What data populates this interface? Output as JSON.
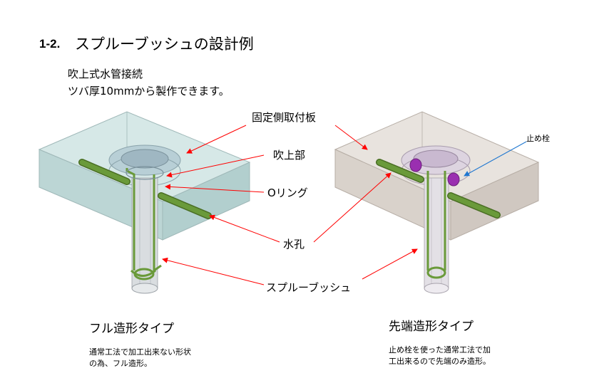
{
  "heading": {
    "number": "1-2.",
    "title": "スプルーブッシュの設計例"
  },
  "intro": {
    "line1": "吹上式水管接続",
    "line2": "ツバ厚10mmから製作できます。"
  },
  "labels": {
    "fixed_plate": "固定側取付板",
    "blow_up": "吹上部",
    "o_ring": "Oリング",
    "water_hole": "水孔",
    "sprue_bush": "スプルーブッシュ",
    "stopper_plug": "止め栓"
  },
  "left_type": {
    "title": "フル造形タイプ",
    "note_line1": "通常工法で加工出来ない形状",
    "note_line2": "の為、フル造形。"
  },
  "right_type": {
    "title": "先端造形タイプ",
    "note_line1": "止め栓を使った通常工法で加",
    "note_line2": "工出来るので先端のみ造形。"
  },
  "colors": {
    "arrow_red": "#ff0000",
    "arrow_blue": "#1f77d0",
    "plate_left": "#c7e0df",
    "plate_right": "#e3ddd7",
    "pipe_green": "#6a9a3a",
    "plug_purple": "#9a2fb0"
  }
}
